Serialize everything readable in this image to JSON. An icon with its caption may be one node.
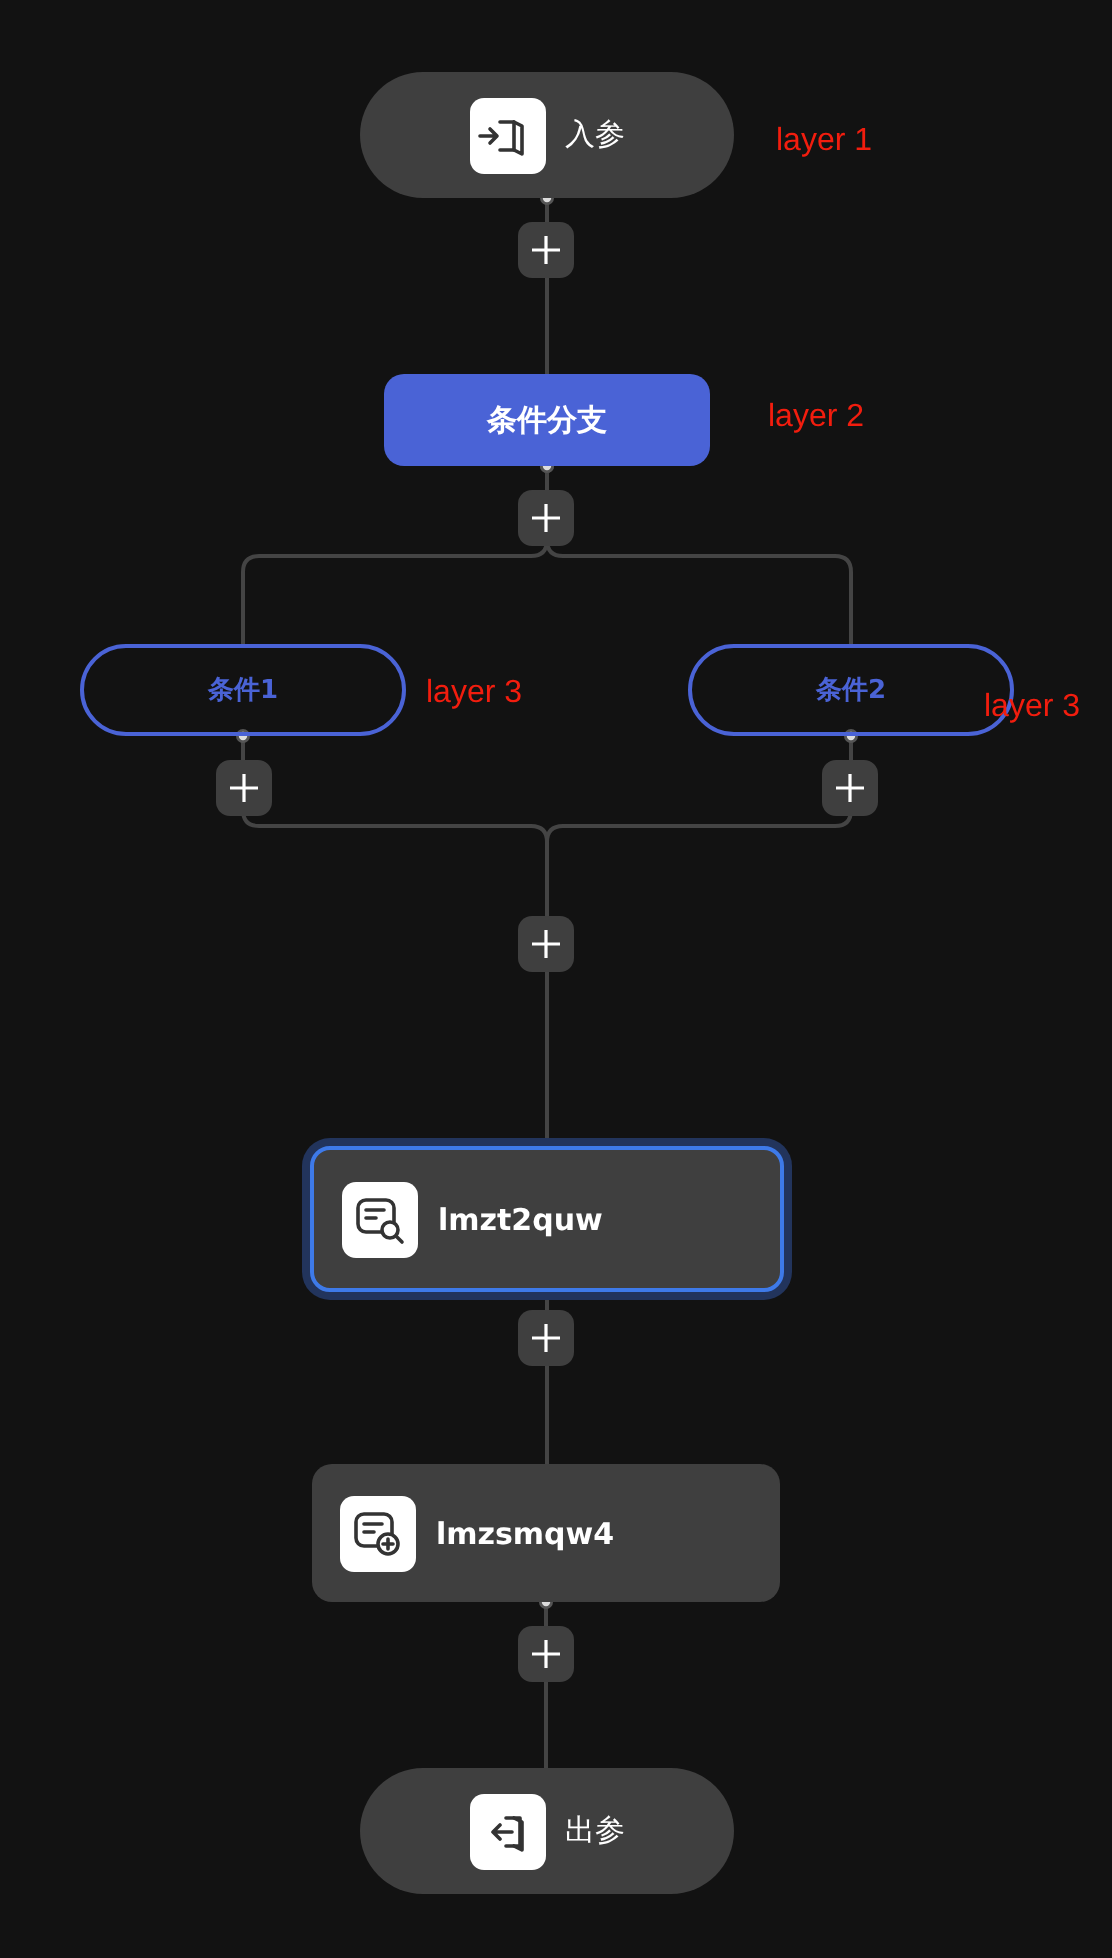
{
  "diagram": {
    "nodes": [
      {
        "text": [
          "入参"
        ],
        "beside": [
          "layer 1"
        ]
      },
      {
        "text": [
          "条件分支"
        ],
        "beside": [
          "layer 2"
        ]
      },
      {
        "text": [
          "条件1"
        ],
        "beside": [
          "layer 3"
        ]
      },
      {
        "text": [
          "条件2"
        ],
        "beside": [
          "layer 3"
        ]
      },
      {
        "text": [
          "lmzt2quw"
        ]
      },
      {
        "text": [
          "lmzsmqw4"
        ]
      },
      {
        "text": [
          "出参"
        ]
      }
    ],
    "edges": [
      {
        "from": 0,
        "to": 1,
        "arrow": "other"
      },
      {
        "from": 1,
        "to": 2,
        "arrow": "other"
      },
      {
        "from": 1,
        "to": 3,
        "arrow": "other"
      },
      {
        "from": 2,
        "to": 4,
        "arrow": "other"
      },
      {
        "from": 3,
        "to": 4,
        "arrow": "other"
      },
      {
        "from": 4,
        "to": 5,
        "arrow": "other"
      },
      {
        "from": 5,
        "to": 6,
        "arrow": "other"
      }
    ]
  }
}
